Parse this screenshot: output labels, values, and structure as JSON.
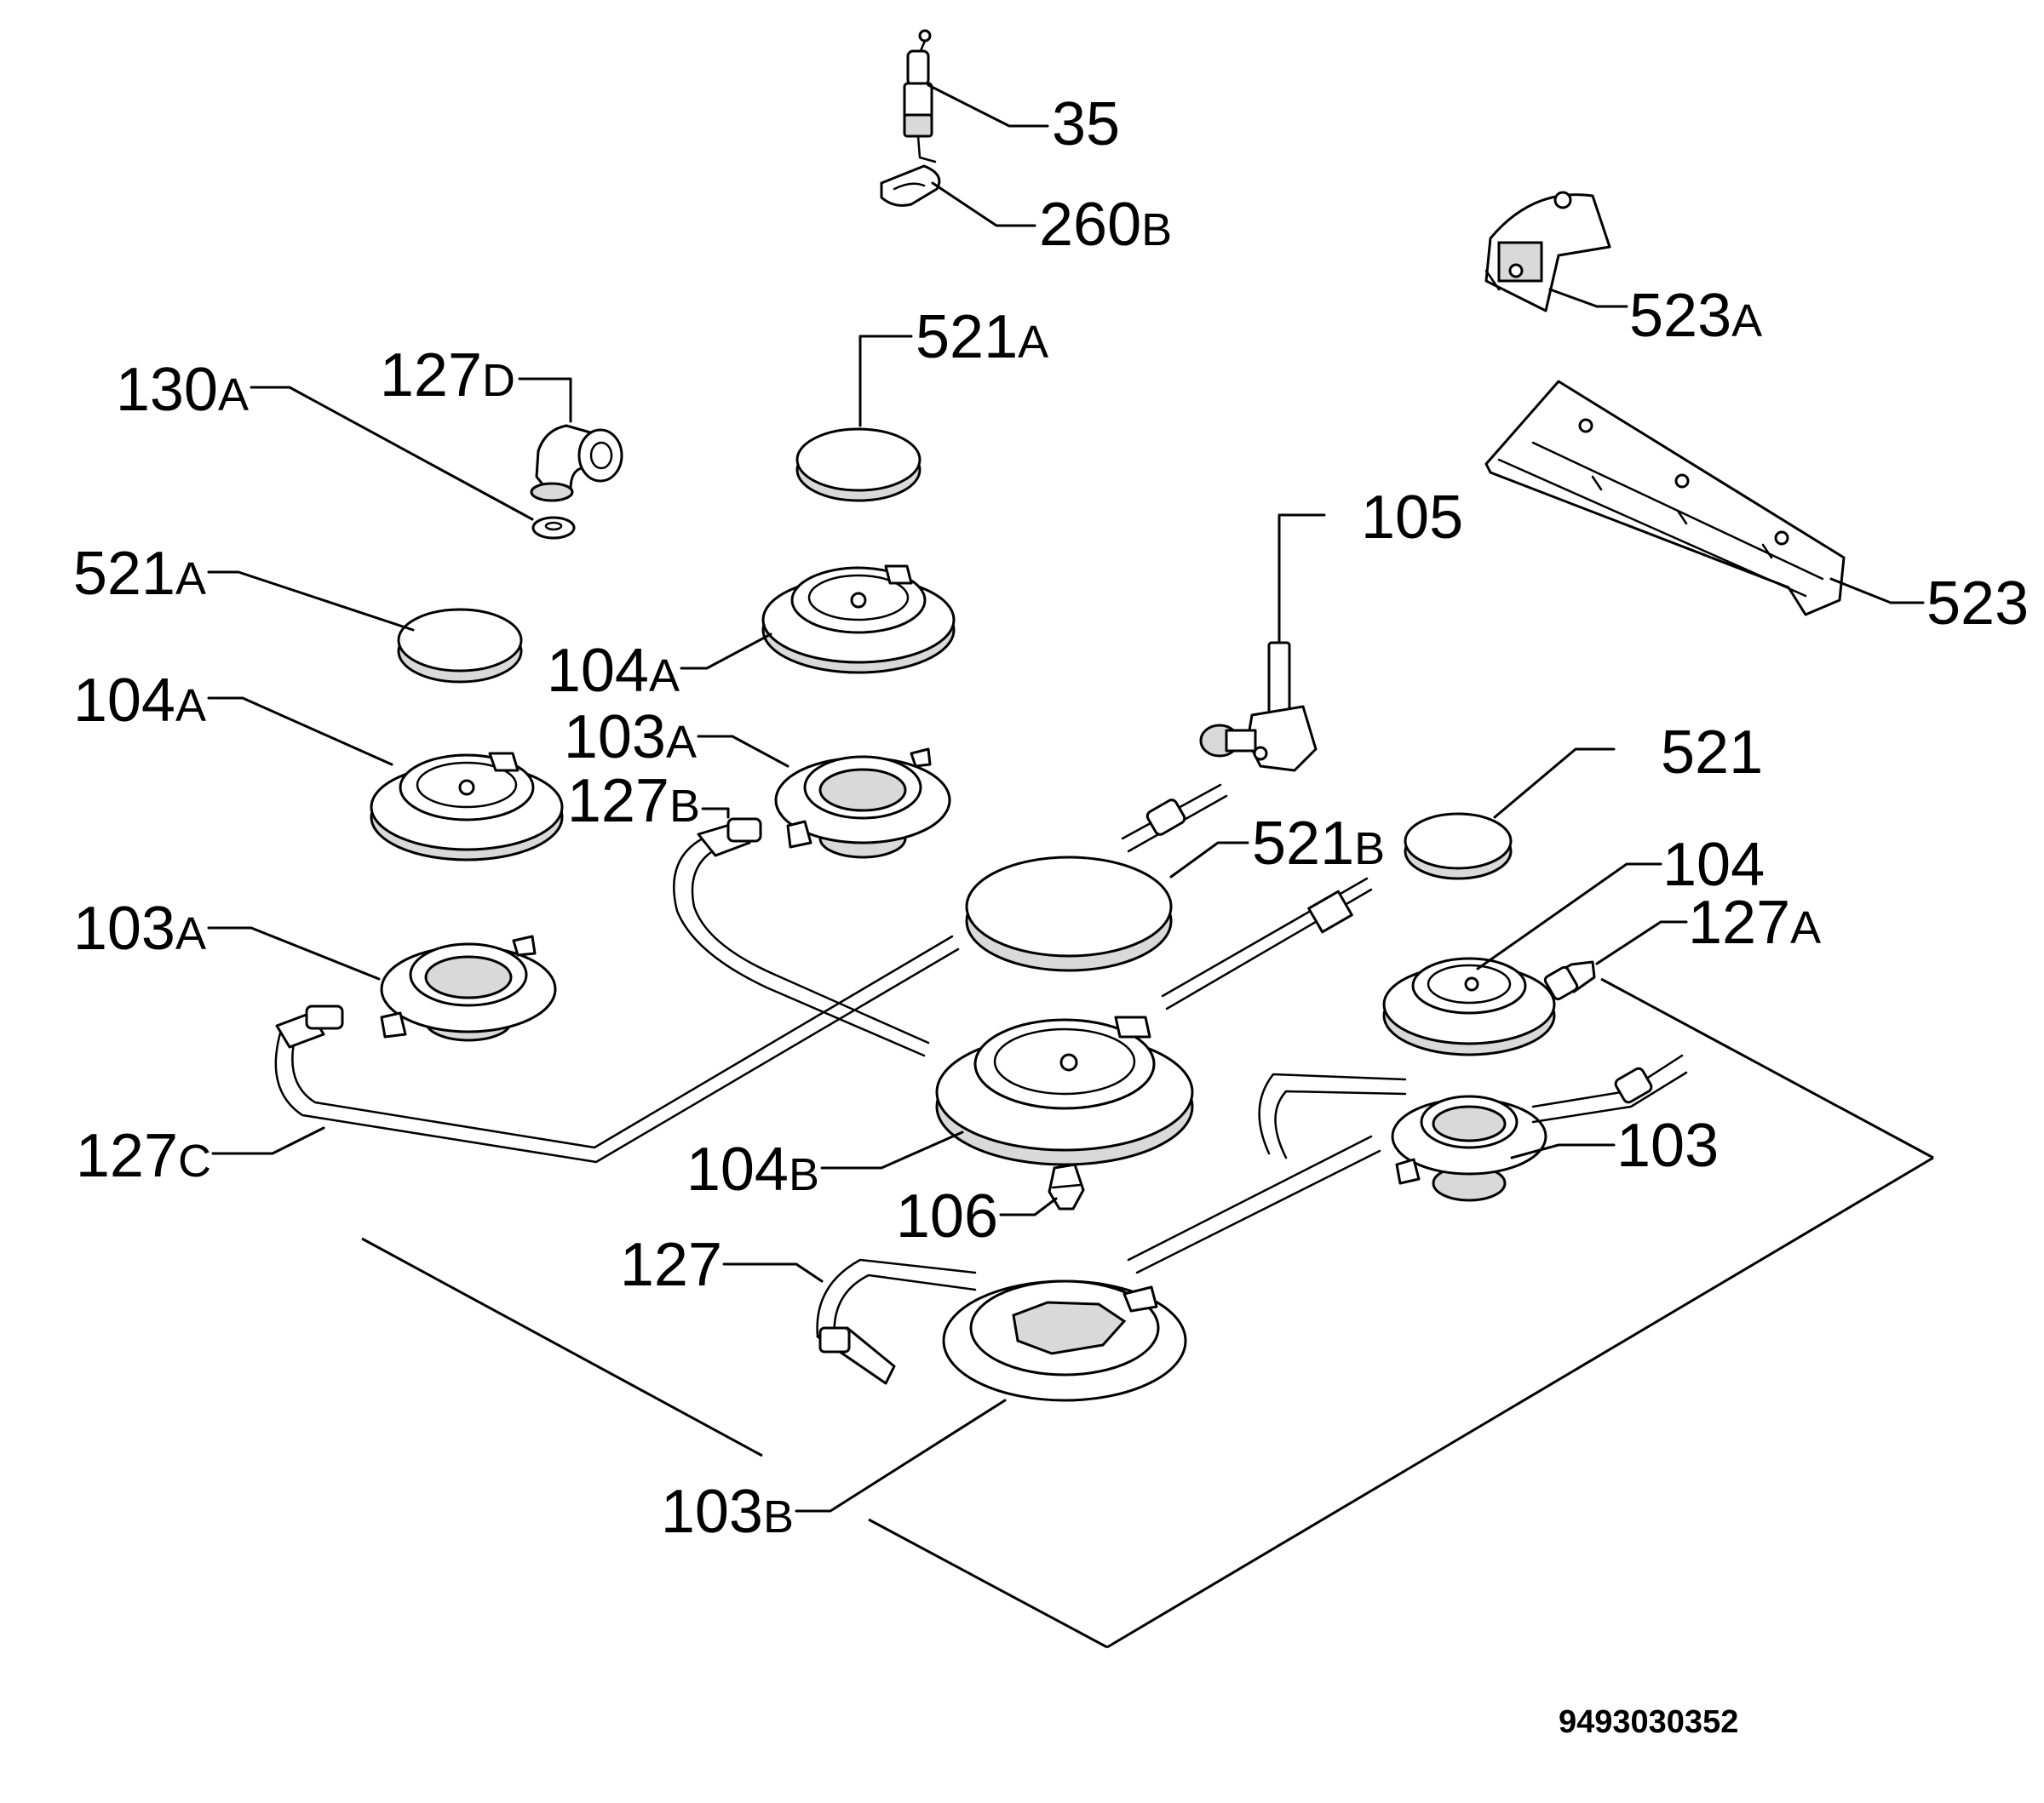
{
  "diagram": {
    "drawing_number": "9493030352",
    "callouts": [
      {
        "id": "c35",
        "num": "35",
        "suffix": ""
      },
      {
        "id": "c260b",
        "num": "260",
        "suffix": "B"
      },
      {
        "id": "c523a",
        "num": "523",
        "suffix": "A"
      },
      {
        "id": "c521a_top",
        "num": "521",
        "suffix": "A"
      },
      {
        "id": "c127d",
        "num": "127",
        "suffix": "D"
      },
      {
        "id": "c130a",
        "num": "130",
        "suffix": "A"
      },
      {
        "id": "c105",
        "num": "105",
        "suffix": ""
      },
      {
        "id": "c523",
        "num": "523",
        "suffix": ""
      },
      {
        "id": "c521a_left",
        "num": "521",
        "suffix": "A"
      },
      {
        "id": "c104a_mid",
        "num": "104",
        "suffix": "A"
      },
      {
        "id": "c104a_left",
        "num": "104",
        "suffix": "A"
      },
      {
        "id": "c103a_mid",
        "num": "103",
        "suffix": "A"
      },
      {
        "id": "c521",
        "num": "521",
        "suffix": ""
      },
      {
        "id": "c127b",
        "num": "127",
        "suffix": "B"
      },
      {
        "id": "c521b",
        "num": "521",
        "suffix": "B"
      },
      {
        "id": "c104",
        "num": "104",
        "suffix": ""
      },
      {
        "id": "c103a_left",
        "num": "103",
        "suffix": "A"
      },
      {
        "id": "c127a",
        "num": "127",
        "suffix": "A"
      },
      {
        "id": "c103",
        "num": "103",
        "suffix": ""
      },
      {
        "id": "c127c",
        "num": "127",
        "suffix": "C"
      },
      {
        "id": "c104b",
        "num": "104",
        "suffix": "B"
      },
      {
        "id": "c106",
        "num": "106",
        "suffix": ""
      },
      {
        "id": "c127",
        "num": "127",
        "suffix": ""
      },
      {
        "id": "c103b",
        "num": "103",
        "suffix": "B"
      }
    ]
  }
}
